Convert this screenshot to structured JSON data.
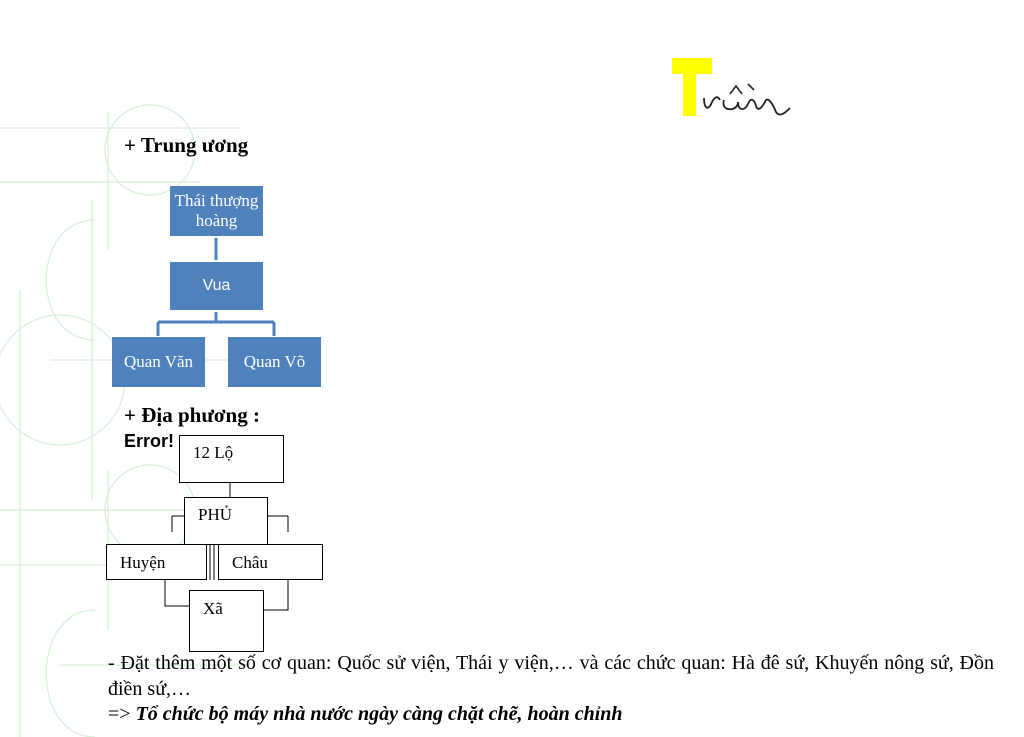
{
  "signature": {
    "text": "Trần",
    "highlight_color": "#ffff00"
  },
  "sections": {
    "central_heading": "+ Trung ương",
    "local_heading": "+ Địa phương :",
    "error_text": "Error!"
  },
  "central_chart": {
    "box_color": "#4f81bd",
    "nodes": {
      "top": "Thái thượng hoàng",
      "king": "Vua",
      "civil": "Quan Văn",
      "military": "Quan Võ"
    }
  },
  "local_chart": {
    "nodes": {
      "lo": "12 Lộ",
      "phu": "PHỦ",
      "huyen": "Huyện",
      "chau": "Châu",
      "xa": "Xã"
    }
  },
  "body": {
    "paragraph": "- Đặt thêm một số cơ quan: Quốc sử viện, Thái y viện,… và các chức quan: Hà đê sứ, Khuyến nông sứ, Đồn điền sứ,…",
    "conclusion_prefix": "=>",
    "conclusion_emphasis": "Tổ chức bộ máy nhà nước ngày càng chặt chẽ, hoàn chỉnh"
  }
}
